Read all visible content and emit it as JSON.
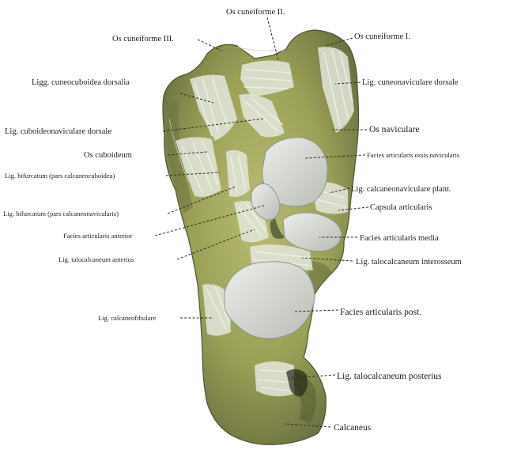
{
  "labels": {
    "os_cuneiforme_2": "Os cuneiforme II.",
    "os_cuneiforme_3": "Os cuneiforme III.",
    "os_cuneiforme_1": "Os cuneiforme I.",
    "ligg_cuneocuboidea": "Ligg. cuneocuboidea dorsalia",
    "lig_cuneonaviculare": "Lig. cuneonaviculare dorsale",
    "lig_cuboideonaviculare": "Lig. cuboideonaviculare dorsale",
    "os_naviculare": "Os naviculare",
    "os_cuboideum": "Os cuboideum",
    "facies_navicularis": "Facies articularis ossis navicularis",
    "lig_bifurcatum_cc": "Lig. bifurcatum (pars calcaneocuboidea)",
    "lig_calcaneonaviculare": "Lig. calcaneonaviculare plant.",
    "capsula": "Capsula articularis",
    "lig_bifurcatum_cn": "Lig. bifurcatum (pars calcaneonavicularis)",
    "facies_anterior": "Facies articularis anterior",
    "facies_media": "Facies articularis media",
    "lig_talocalc_anterius": "Lig. talocalcaneum anterius",
    "lig_talocalc_interosseum": "Lig. talocalcaneum interosseum",
    "lig_calcaneofibulare": "Lig. calcaneofibulare",
    "facies_post": "Facies articularis post.",
    "lig_talocalc_posterius": "Lig. talocalcaneum posterius",
    "calcaneus": "Calcaneus"
  },
  "colors": {
    "bone": "#a9ae62",
    "bone_dark": "#5f6637",
    "cartilage": "#d5d8d3",
    "ligament": "#e6e8df",
    "leader": "#2a2a2a"
  }
}
